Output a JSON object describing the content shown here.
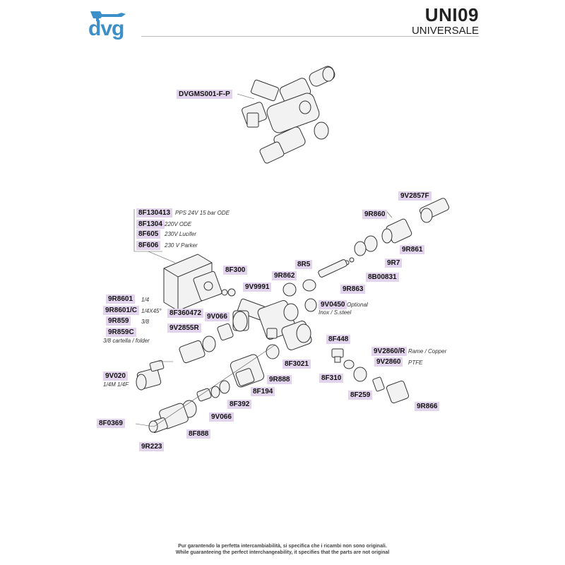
{
  "brand": {
    "logo_text": "dvg",
    "accent_color": "#3d8fc7",
    "icon": "dvg-faucet-logo-icon"
  },
  "header": {
    "title": "UNI09",
    "subtitle": "UNIVERSALE"
  },
  "diagram": {
    "label_color": "#e2d4ec",
    "parts": [
      {
        "code": "DVGMS001-F-P"
      },
      {
        "code": "9V2857F"
      },
      {
        "code": "9R860"
      },
      {
        "code": "9R861"
      },
      {
        "code": "9R7"
      },
      {
        "code": "8B00831"
      },
      {
        "code": "9R863"
      },
      {
        "code": "8R5"
      },
      {
        "code": "9R862"
      },
      {
        "code": "9V9991"
      },
      {
        "code": "8F300"
      },
      {
        "code": "8F130413",
        "note": "PPS 24V 15 bar ODE"
      },
      {
        "code": "8F1304",
        "note": "220V ODE"
      },
      {
        "code": "8F605",
        "note": "230V Lucifer"
      },
      {
        "code": "8F606",
        "note": "230 V Parker"
      },
      {
        "code": "9R8601",
        "note": "1/4"
      },
      {
        "code": "9R8601/C",
        "note": "1/4X45°"
      },
      {
        "code": "9R859",
        "note": "3/8"
      },
      {
        "code": "9R859C",
        "note": "3/8 cartella /  folder"
      },
      {
        "code": "8F360472"
      },
      {
        "code": "9V066"
      },
      {
        "code": "9V2855R"
      },
      {
        "code": "9V0450",
        "note": "Optional",
        "note2": "Inox / S.steel"
      },
      {
        "code": "8F448"
      },
      {
        "code": "9V2860/R",
        "note": "Rame / Copper"
      },
      {
        "code": "9V2860",
        "note": "PTFE"
      },
      {
        "code": "8F3021"
      },
      {
        "code": "8F310"
      },
      {
        "code": "9R888"
      },
      {
        "code": "8F194"
      },
      {
        "code": "8F259"
      },
      {
        "code": "9R866"
      },
      {
        "code": "9V020",
        "note": "1/4M 1/4F"
      },
      {
        "code": "8F392"
      },
      {
        "code": "9V066"
      },
      {
        "code": "8F0369"
      },
      {
        "code": "8F888"
      },
      {
        "code": "9R223"
      }
    ]
  },
  "footer": {
    "line1": "Pur garantendo la perfetta intercambiabilità, si specifica che i ricambi non sono originali.",
    "line2": "While guaranteeing the perfect interchangeability, it specifies that the parts are not original"
  }
}
